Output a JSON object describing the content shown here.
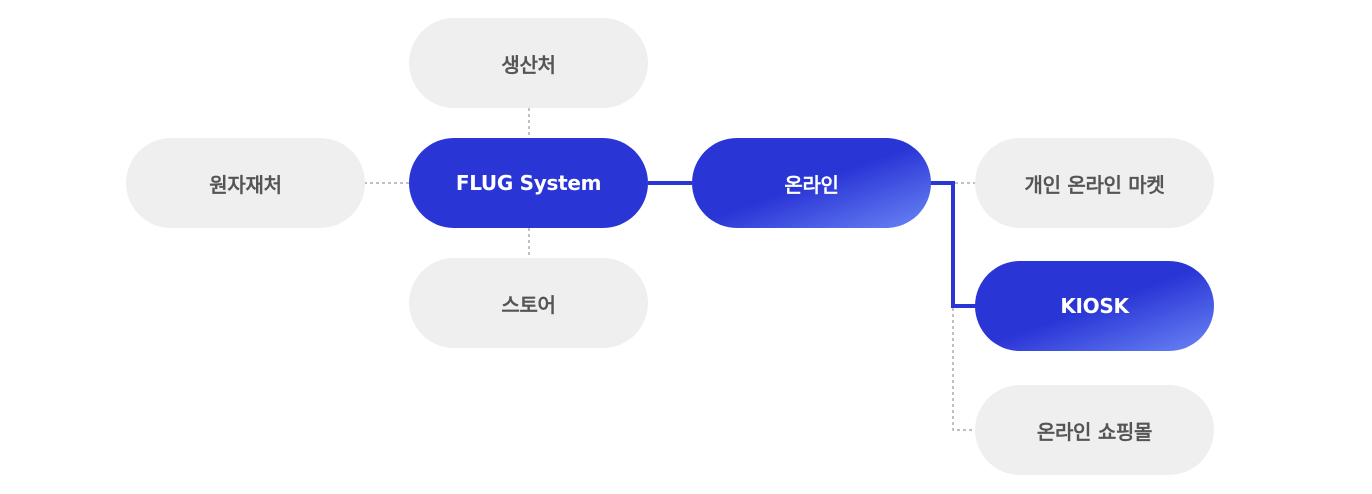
{
  "diagram": {
    "center": {
      "label": "FLUG System"
    },
    "upstream": [
      {
        "label": "생산처"
      },
      {
        "label": "원자재처"
      },
      {
        "label": "스토어"
      }
    ],
    "channel": {
      "label": "온라인"
    },
    "outlets": [
      {
        "label": "개인 온라인 마켓",
        "highlighted": false
      },
      {
        "label": "KIOSK",
        "highlighted": true
      },
      {
        "label": "온라인 쇼핑몰",
        "highlighted": false
      }
    ],
    "colors": {
      "primary": "#2a35d6",
      "gradient_end": "#6a86f5",
      "inactive_bg": "#efefef",
      "inactive_text": "#555555",
      "dashed_line": "#9a9a9a"
    }
  }
}
